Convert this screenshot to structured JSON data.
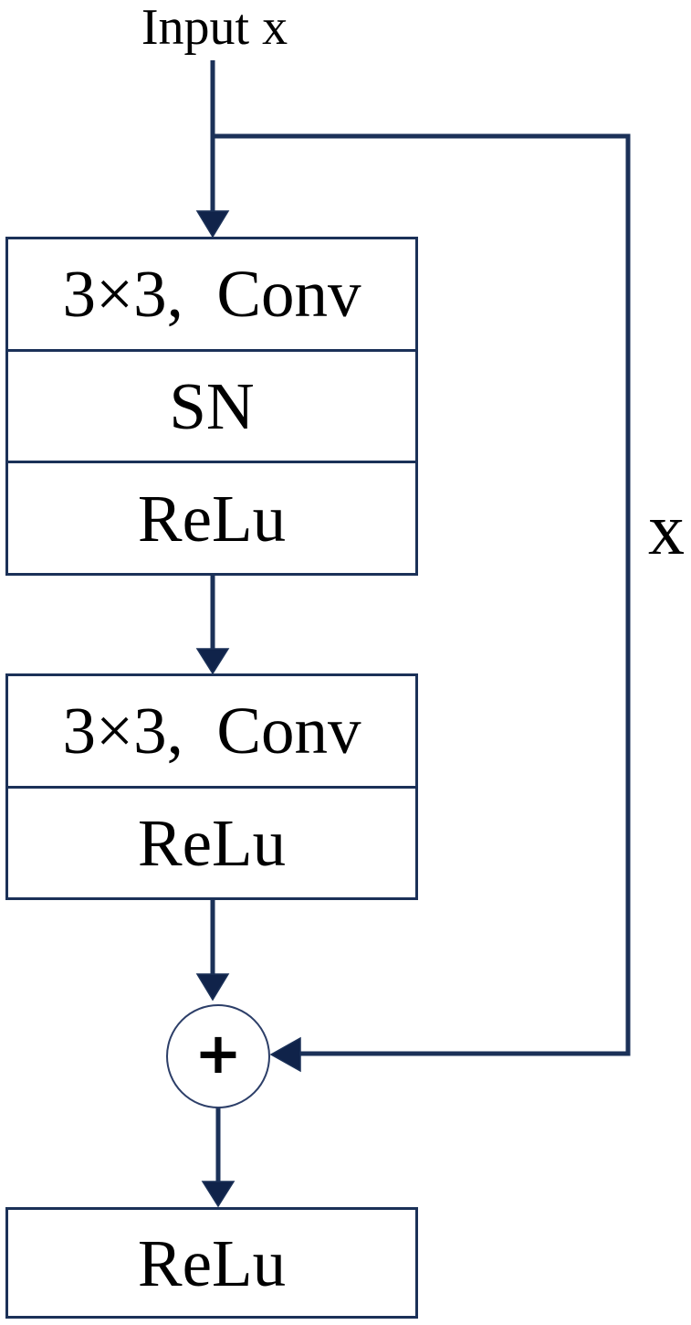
{
  "diagram": {
    "input_label": "Input x",
    "skip_label": "x",
    "sum_symbol": "+",
    "blocks": [
      {
        "id": "conv-block-1",
        "rows": [
          "3×3,  Conv",
          "SN",
          "ReLu"
        ]
      },
      {
        "id": "conv-block-2",
        "rows": [
          "3×3,  Conv",
          "ReLu"
        ]
      },
      {
        "id": "output-block",
        "rows": [
          "ReLu"
        ]
      }
    ],
    "colors": {
      "line": "#1b3158",
      "arrowhead": "#10234a",
      "box_border": "#1b3158",
      "text": "#000000",
      "background": "#ffffff"
    }
  }
}
